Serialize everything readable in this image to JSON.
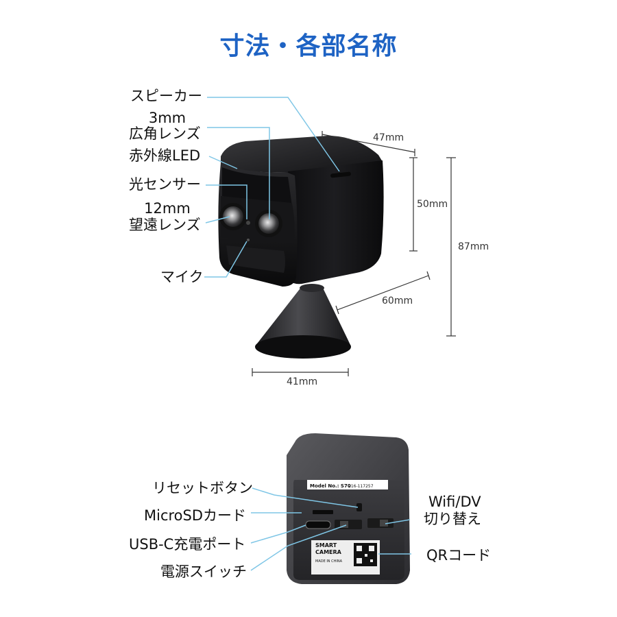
{
  "title": "寸法・各部名称",
  "top_labels": {
    "speaker": "スピーカー",
    "wide_lens_1": "3mm",
    "wide_lens_2": "広角レンズ",
    "ir_led": "赤外線LED",
    "light_sensor": "光センサー",
    "tele_lens_1": "12mm",
    "tele_lens_2": "望遠レンズ",
    "mic": "マイク"
  },
  "dimensions": {
    "depth": "47mm",
    "height_body": "50mm",
    "height_total": "87mm",
    "width_diag": "60mm",
    "width_base": "41mm"
  },
  "bottom_labels": {
    "reset": "リセットボタン",
    "microsd": "MicroSDカード",
    "usbc": "USB-C充電ポート",
    "power": "電源スイッチ",
    "wifi_1": "Wifi/DV",
    "wifi_2": "切り替え",
    "qr": "QRコード"
  },
  "sticker": {
    "model": "Model No.: S70",
    "line1": "SMART",
    "line2": "CAMERA",
    "made": "MADE IN CHINA"
  },
  "colors": {
    "title": "#1e63c4",
    "callout": "#7fc6e6",
    "body": "#2a2a2c"
  }
}
